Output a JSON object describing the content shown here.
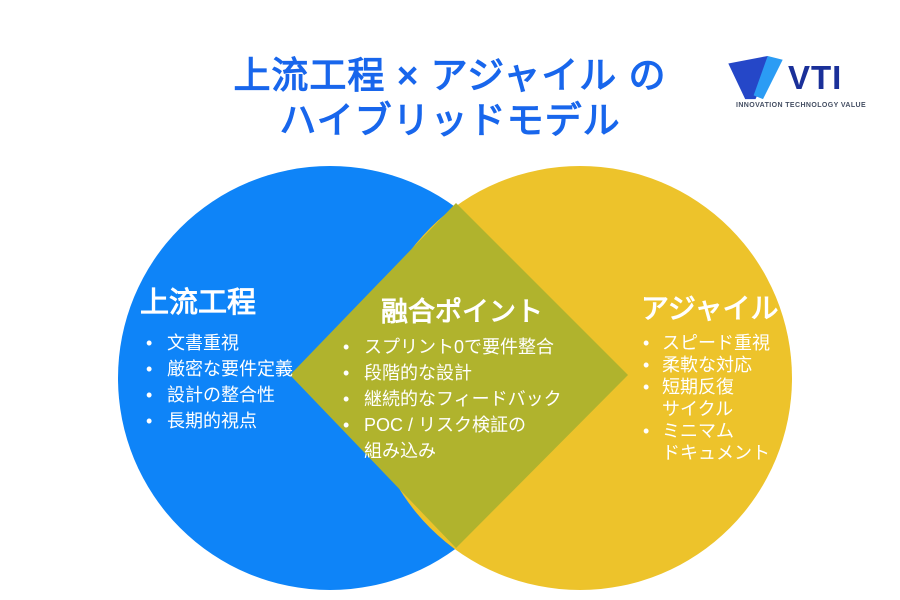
{
  "title": {
    "line1": "上流工程 × アジャイル の",
    "line2": "ハイブリッドモデル",
    "color": "#1866ec"
  },
  "logo": {
    "name": "VTI",
    "tagline": "INNOVATION TECHNOLOGY VALUE",
    "text_color": "#1a3099",
    "mark_dark": "#2547c8",
    "mark_light": "#2b9cf4"
  },
  "venn": {
    "left": {
      "heading": "上流工程",
      "color": "#0e84f8",
      "items": [
        "文書重視",
        "厳密な要件定義",
        "設計の整合性",
        "長期的視点"
      ]
    },
    "overlap": {
      "heading": "融合ポイント",
      "color": "#b0b32d",
      "items": [
        "スプリント0で要件整合",
        "段階的な設計",
        "継続的なフィードバック",
        "POC / リスク検証の\n組み込み"
      ]
    },
    "right": {
      "heading": "アジャイル",
      "color": "#edc32b",
      "items": [
        "スピード重視",
        "柔軟な対応",
        "短期反復\nサイクル",
        "ミニマム\nドキュメント"
      ]
    }
  }
}
